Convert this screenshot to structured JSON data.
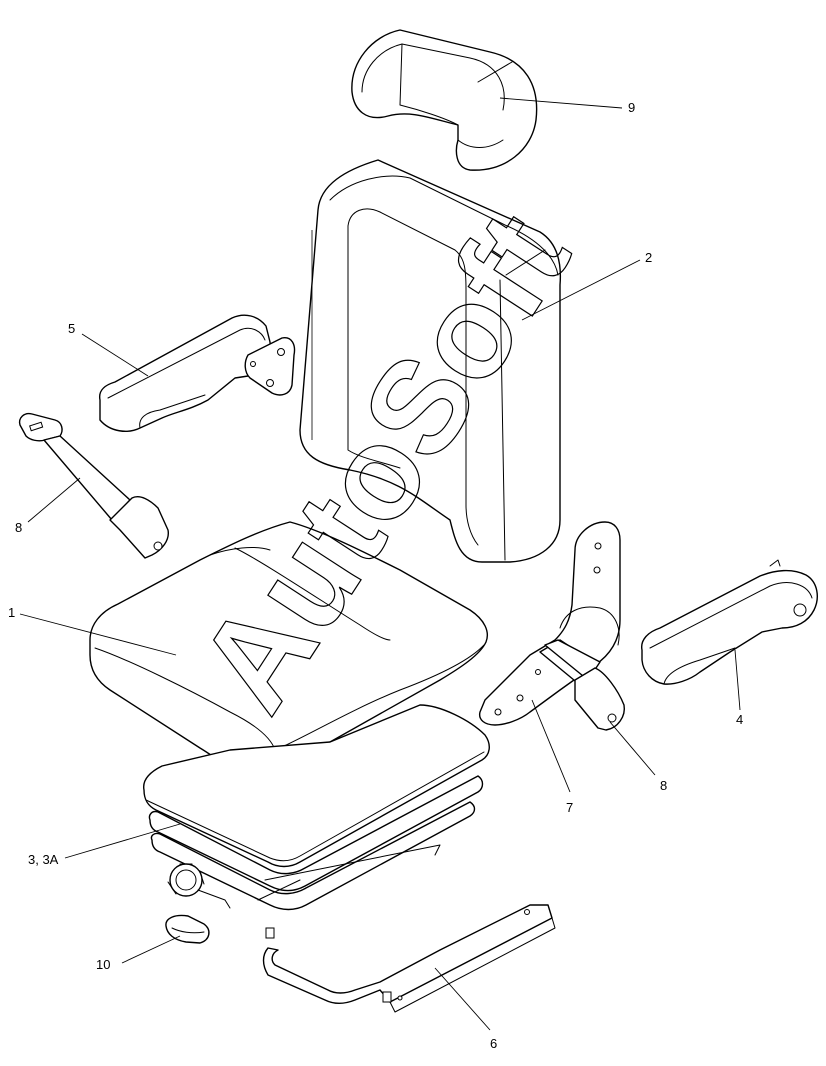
{
  "diagram": {
    "watermark": "AutoSoft",
    "callouts": [
      {
        "id": "label-1",
        "text": "1"
      },
      {
        "id": "label-2",
        "text": "2"
      },
      {
        "id": "label-3-3a",
        "text": "3, 3A"
      },
      {
        "id": "label-4",
        "text": "4"
      },
      {
        "id": "label-5",
        "text": "5"
      },
      {
        "id": "label-6",
        "text": "6"
      },
      {
        "id": "label-7",
        "text": "7"
      },
      {
        "id": "label-8-left",
        "text": "8"
      },
      {
        "id": "label-8-right",
        "text": "8"
      },
      {
        "id": "label-9",
        "text": "9"
      },
      {
        "id": "label-10",
        "text": "10"
      }
    ]
  }
}
